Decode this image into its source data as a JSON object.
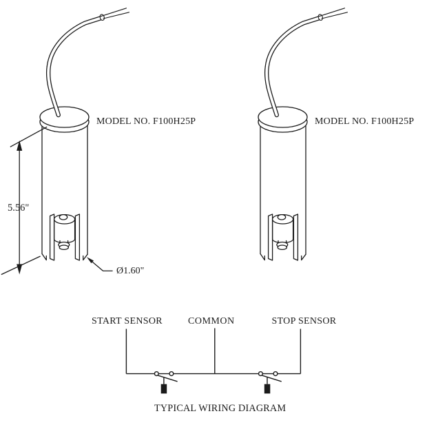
{
  "page": {
    "background": "#ffffff",
    "ink": "#1b1b1b"
  },
  "sensors": {
    "left_model_label": "MODEL NO. F100H25P",
    "right_model_label": "MODEL NO. F100H25P",
    "height_dimension": "5.56\"",
    "diameter_dimension": "Ø1.60\""
  },
  "wiring": {
    "start_label": "START SENSOR",
    "common_label": "COMMON",
    "stop_label": "STOP SENSOR",
    "caption": "TYPICAL WIRING DIAGRAM"
  }
}
